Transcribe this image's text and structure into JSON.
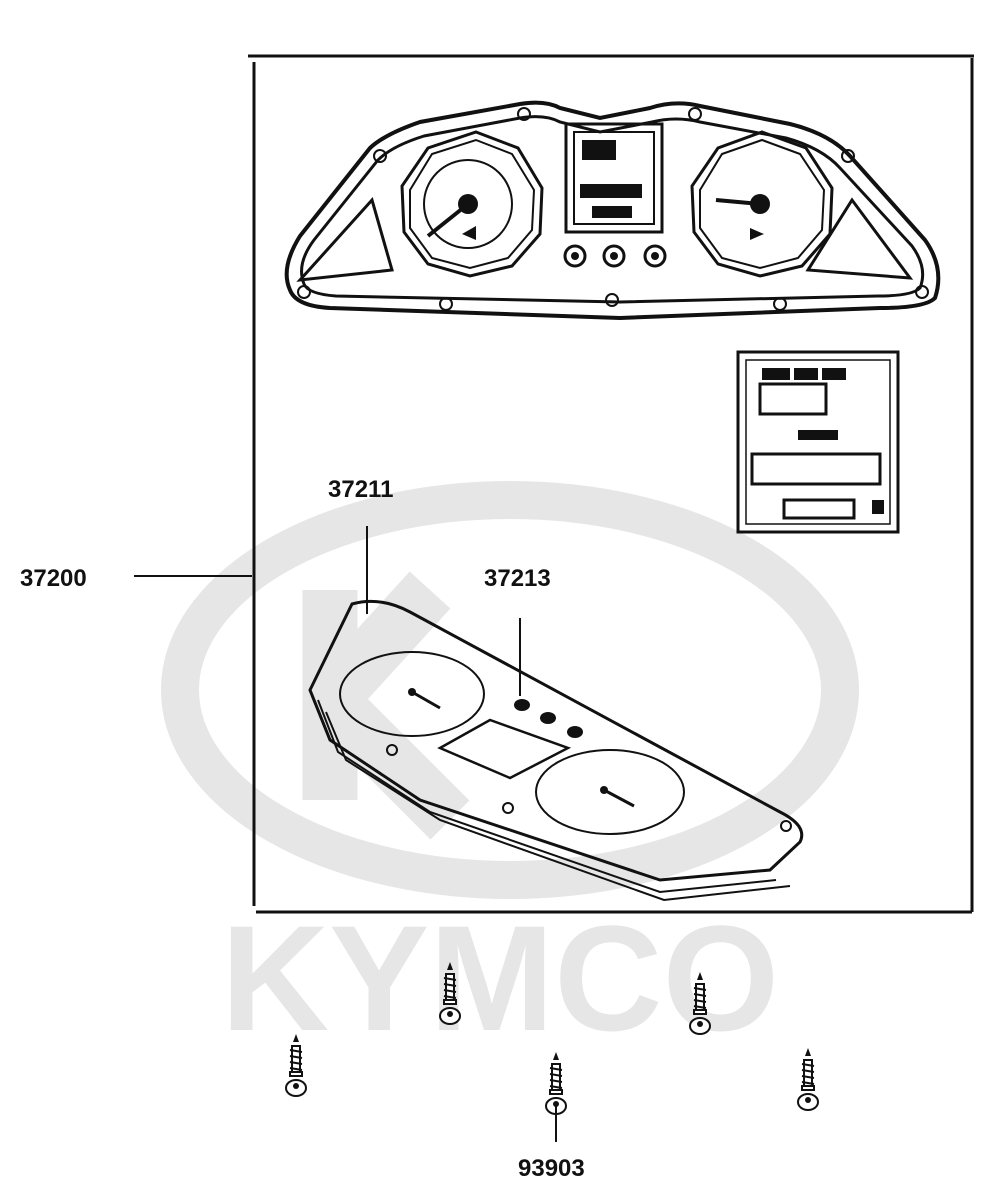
{
  "watermark": {
    "brand_text": "KYMCO",
    "color": "#e6e6e6"
  },
  "callouts": [
    {
      "id": "37200",
      "text": "37200"
    },
    {
      "id": "37211",
      "text": "37211"
    },
    {
      "id": "37213",
      "text": "37213"
    },
    {
      "id": "93903",
      "text": "93903"
    }
  ],
  "colors": {
    "line": "#111111",
    "background": "#ffffff"
  }
}
